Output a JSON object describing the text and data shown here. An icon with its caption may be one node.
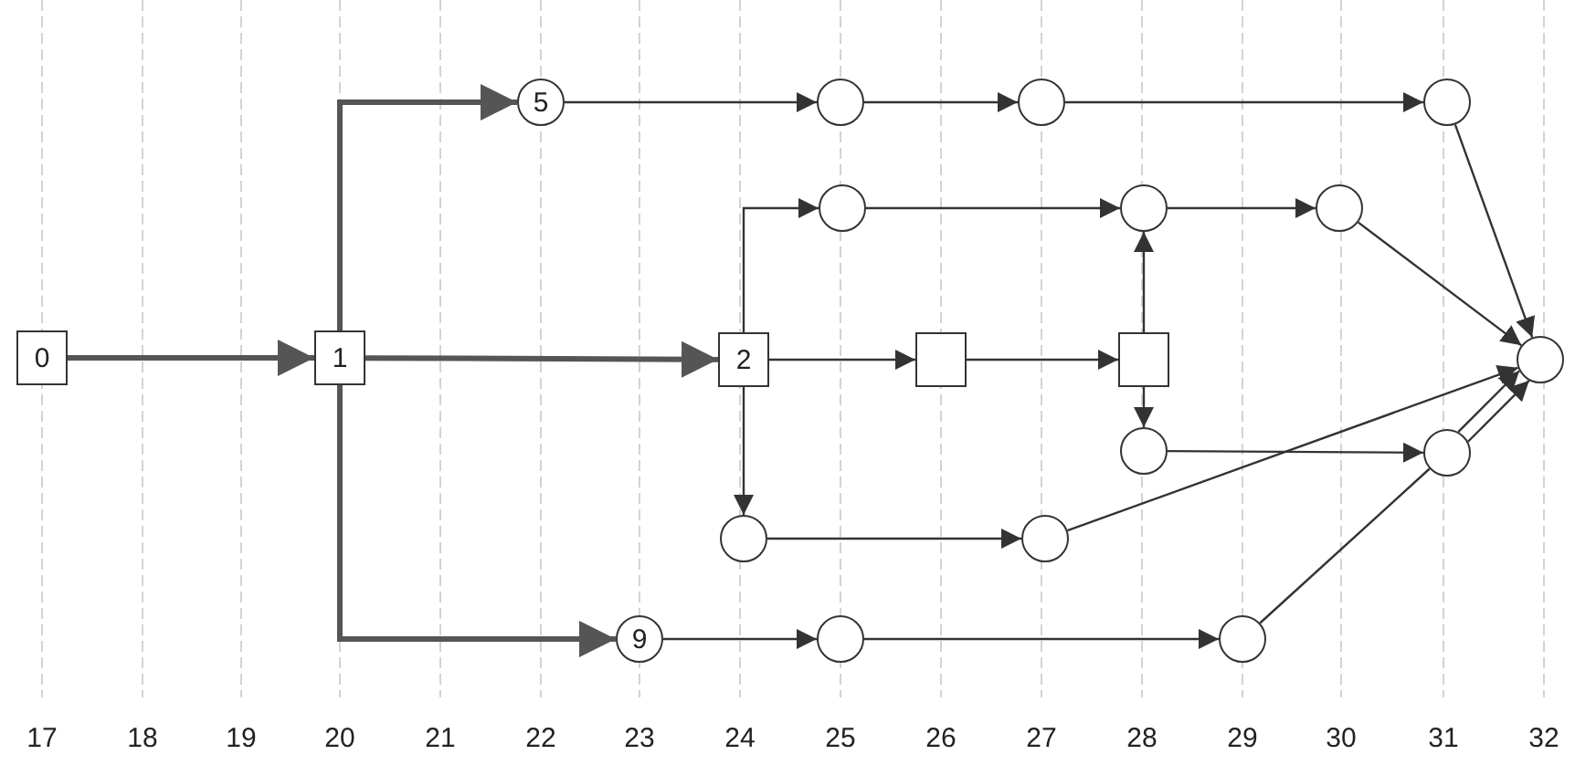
{
  "diagram": {
    "nodes": [
      {
        "text": [
          "0"
        ]
      },
      {
        "text": [
          "1"
        ]
      },
      {
        "text": [
          "5"
        ]
      },
      {
        "text": [],
        "shape": "circle"
      },
      {
        "text": [],
        "shape": "circle"
      },
      {
        "text": [],
        "shape": "circle"
      },
      {
        "text": [],
        "shape": "circle"
      },
      {
        "text": [],
        "shape": "circle"
      },
      {
        "text": [],
        "shape": "circle"
      },
      {
        "text": [
          "2"
        ]
      },
      {
        "text": [],
        "shape": "box"
      },
      {
        "text": [],
        "shape": "box"
      },
      {
        "text": [],
        "shape": "circle"
      },
      {
        "text": [],
        "shape": "circle"
      },
      {
        "text": [],
        "shape": "circle"
      },
      {
        "text": [],
        "shape": "circle"
      },
      {
        "text": [],
        "shape": "circle"
      },
      {
        "text": [
          "9"
        ]
      },
      {
        "text": [],
        "shape": "circle"
      },
      {
        "text": [],
        "shape": "circle"
      }
    ],
    "edges": [
      {
        "from": 0,
        "to": 1,
        "arrow": "to",
        "style": "thick"
      },
      {
        "from": 1,
        "to": 9,
        "arrow": "to",
        "style": "thick"
      },
      {
        "from": 1,
        "to": 2,
        "arrow": "to",
        "style": "thick"
      },
      {
        "from": 1,
        "to": 17,
        "arrow": "to",
        "style": "thick"
      },
      {
        "from": 2,
        "to": 3,
        "arrow": "to"
      },
      {
        "from": 3,
        "to": 4,
        "arrow": "to"
      },
      {
        "from": 4,
        "to": 5,
        "arrow": "to"
      },
      {
        "from": 5,
        "to": 12,
        "arrow": "to"
      },
      {
        "from": 9,
        "to": 6,
        "arrow": "to"
      },
      {
        "from": 6,
        "to": 7,
        "arrow": "to"
      },
      {
        "from": 7,
        "to": 8,
        "arrow": "to"
      },
      {
        "from": 8,
        "to": 12,
        "arrow": "to"
      },
      {
        "from": 9,
        "to": 10,
        "arrow": "to"
      },
      {
        "from": 10,
        "to": 11,
        "arrow": "to"
      },
      {
        "from": 11,
        "to": 7,
        "arrow": "to"
      },
      {
        "from": 11,
        "to": 13,
        "arrow": "to"
      },
      {
        "from": 13,
        "to": 14,
        "arrow": "to"
      },
      {
        "from": 9,
        "to": 15,
        "arrow": "to"
      },
      {
        "from": 15,
        "to": 16,
        "arrow": "to"
      },
      {
        "from": 16,
        "to": 12,
        "arrow": "to"
      },
      {
        "from": 17,
        "to": 18,
        "arrow": "to"
      },
      {
        "from": 18,
        "to": 19,
        "arrow": "to"
      },
      {
        "from": 19,
        "to": 14,
        "arrow": "none"
      },
      {
        "from": 14,
        "to": 12,
        "arrow": "to"
      },
      {
        "from": 14,
        "to": 12,
        "arrow": "to"
      }
    ],
    "labels": [
      "17",
      "18",
      "19",
      "20",
      "21",
      "22",
      "23",
      "24",
      "25",
      "26",
      "27",
      "28",
      "29",
      "30",
      "31",
      "32"
    ]
  }
}
